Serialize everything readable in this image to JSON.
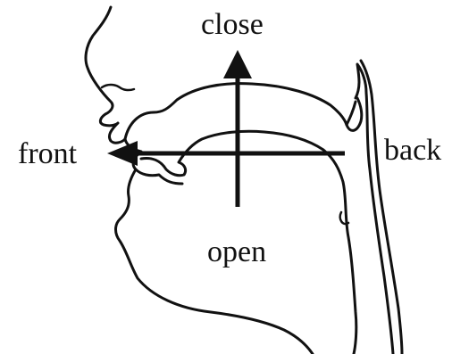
{
  "labels": {
    "close": "close",
    "front": "front",
    "back": "back",
    "open": "open"
  },
  "colors": {
    "ink": "#111111",
    "background": "#ffffff"
  }
}
